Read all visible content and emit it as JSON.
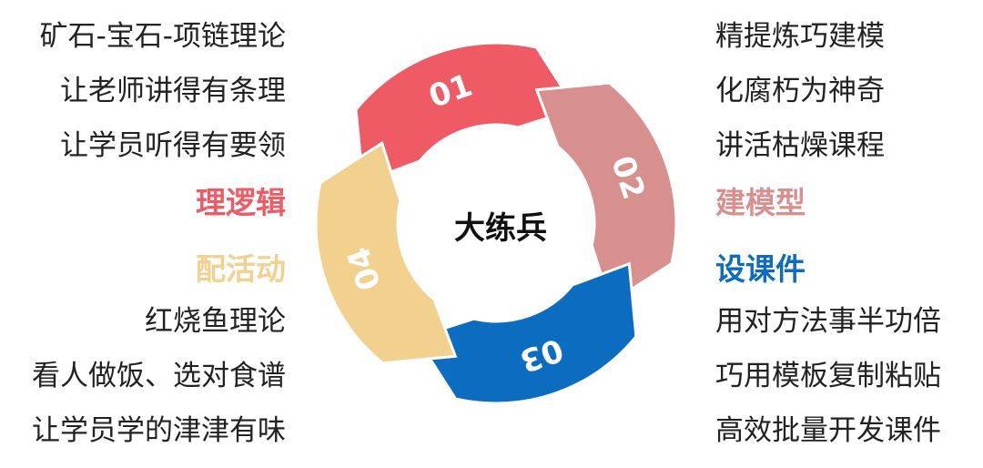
{
  "center_label": "大练兵",
  "segments": [
    {
      "number": "01",
      "color": "#EF5B64"
    },
    {
      "number": "02",
      "color": "#D8908E"
    },
    {
      "number": "03",
      "color": "#0C6CBF"
    },
    {
      "number": "04",
      "color": "#F2D18E"
    }
  ],
  "top_left": {
    "heading": "理逻辑",
    "color": "#EF5B64",
    "lines": [
      "矿石-宝石-项链理论",
      "让老师讲得有条理",
      "让学员听得有要领"
    ]
  },
  "top_right": {
    "heading": "建模型",
    "color": "#D8908E",
    "lines": [
      "精提炼巧建模",
      "化腐朽为神奇",
      "讲活枯燥课程"
    ]
  },
  "bottom_right": {
    "heading": "设课件",
    "color": "#0C6CBF",
    "lines": [
      "用对方法事半功倍",
      "巧用模板复制粘贴",
      "高效批量开发课件"
    ]
  },
  "bottom_left": {
    "heading": "配活动",
    "color": "#F2D18E",
    "lines": [
      "红烧鱼理论",
      "看人做饭、选对食谱",
      "让学员学的津津有味"
    ]
  }
}
